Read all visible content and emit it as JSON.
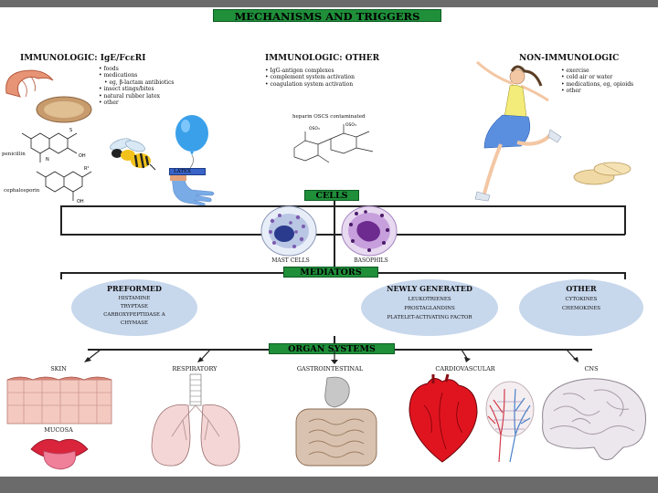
{
  "title": "MECHANISMS AND TRIGGERS",
  "immunologic_ige": {
    "heading": "IMMUNOLOGIC: IgE/FcεRI",
    "items": [
      "foods",
      "medications",
      "eg, β-lactam antibiotics",
      "insect stings/bites",
      "natural rubber latex",
      "other"
    ],
    "penicillin_label": "penicillin",
    "cephalosporin_label": "cephalosporin",
    "latex_label": "LATEX"
  },
  "immunologic_other": {
    "heading": "IMMUNOLOGIC: OTHER",
    "items": [
      "IgG-antigen complexes",
      "complement system activation",
      "coagulation system activation"
    ],
    "chem_label": "heparin OSCS contaminated"
  },
  "non_immunologic": {
    "heading": "NON-IMMUNOLOGIC",
    "items": [
      "exercise",
      "cold air or water",
      "medications, eg, opioids",
      "other"
    ]
  },
  "cells": {
    "heading": "CELLS",
    "mast_label": "MAST CELLS",
    "basophil_label": "BASOPHILS"
  },
  "mediators": {
    "heading": "MEDIATORS",
    "preformed": {
      "title": "PREFORMED",
      "items": [
        "HISTAMINE",
        "TRYPTASE",
        "CARBOXYPEPTIDASE A",
        "CHYMASE"
      ]
    },
    "newly_generated": {
      "title": "NEWLY GENERATED",
      "items": [
        "LEUKOTRIENES",
        "PROSTAGLANDINS",
        "PLATELET-ACTIVATING FACTOR"
      ]
    },
    "other": {
      "title": "OTHER",
      "items": [
        "CYTOKINES",
        "CHEMOKINES"
      ]
    }
  },
  "organ_systems": {
    "heading": "ORGAN SYSTEMS",
    "skin": "SKIN",
    "mucosa": "MUCOSA",
    "respiratory": "RESPIRATORY",
    "gastrointestinal": "GASTROINTESTINAL",
    "cardiovascular": "CARDIOVASCULAR",
    "cns": "CNS"
  },
  "colors": {
    "green": "#1f8f3a",
    "oval": "#c7d7ec",
    "bar": "#6b6b6b"
  }
}
